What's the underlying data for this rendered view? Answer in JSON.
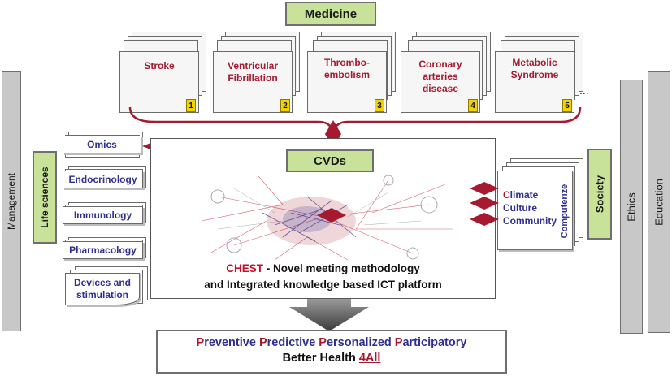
{
  "top": {
    "medicine": "Medicine",
    "ellipsis": "..."
  },
  "diseases": [
    {
      "label": "Stroke",
      "num": "1"
    },
    {
      "label": "Ventricular Fibrillation",
      "num": "2"
    },
    {
      "label": "Thrombo-embolism",
      "num": "3"
    },
    {
      "label": "Coronary arteries disease",
      "num": "4"
    },
    {
      "label": "Metabolic Syndrome",
      "num": "5"
    }
  ],
  "left": {
    "management": "Management",
    "life_sciences": "Life sciences",
    "items": [
      "Omics",
      "Endocrinology",
      "Immunology",
      "Pharmacology",
      "Devices and stimulation"
    ]
  },
  "center": {
    "cvds": "CVDs",
    "chest": "CHEST",
    "line1_rest": " - Novel meeting methodology",
    "line2": "and Integrated knowledge based ICT platform"
  },
  "right": {
    "items": [
      "Climate",
      "Culture",
      "Community"
    ],
    "computerize": "Computerize",
    "society": "Society",
    "ethics": "Ethics",
    "education": "Education"
  },
  "bottom": {
    "words": [
      {
        "initial": "P",
        "rest": "reventive"
      },
      {
        "initial": "P",
        "rest": "redictive"
      },
      {
        "initial": "P",
        "rest": "ersonalized"
      },
      {
        "initial": "P",
        "rest": "articipatory"
      }
    ],
    "line2_prefix": "Better Health ",
    "line2_suffix": "4All"
  },
  "colors": {
    "dark_red": "#a6192e",
    "navy": "#2e2f8f",
    "green": "#c8e29a",
    "grey": "#c8c8c8"
  }
}
